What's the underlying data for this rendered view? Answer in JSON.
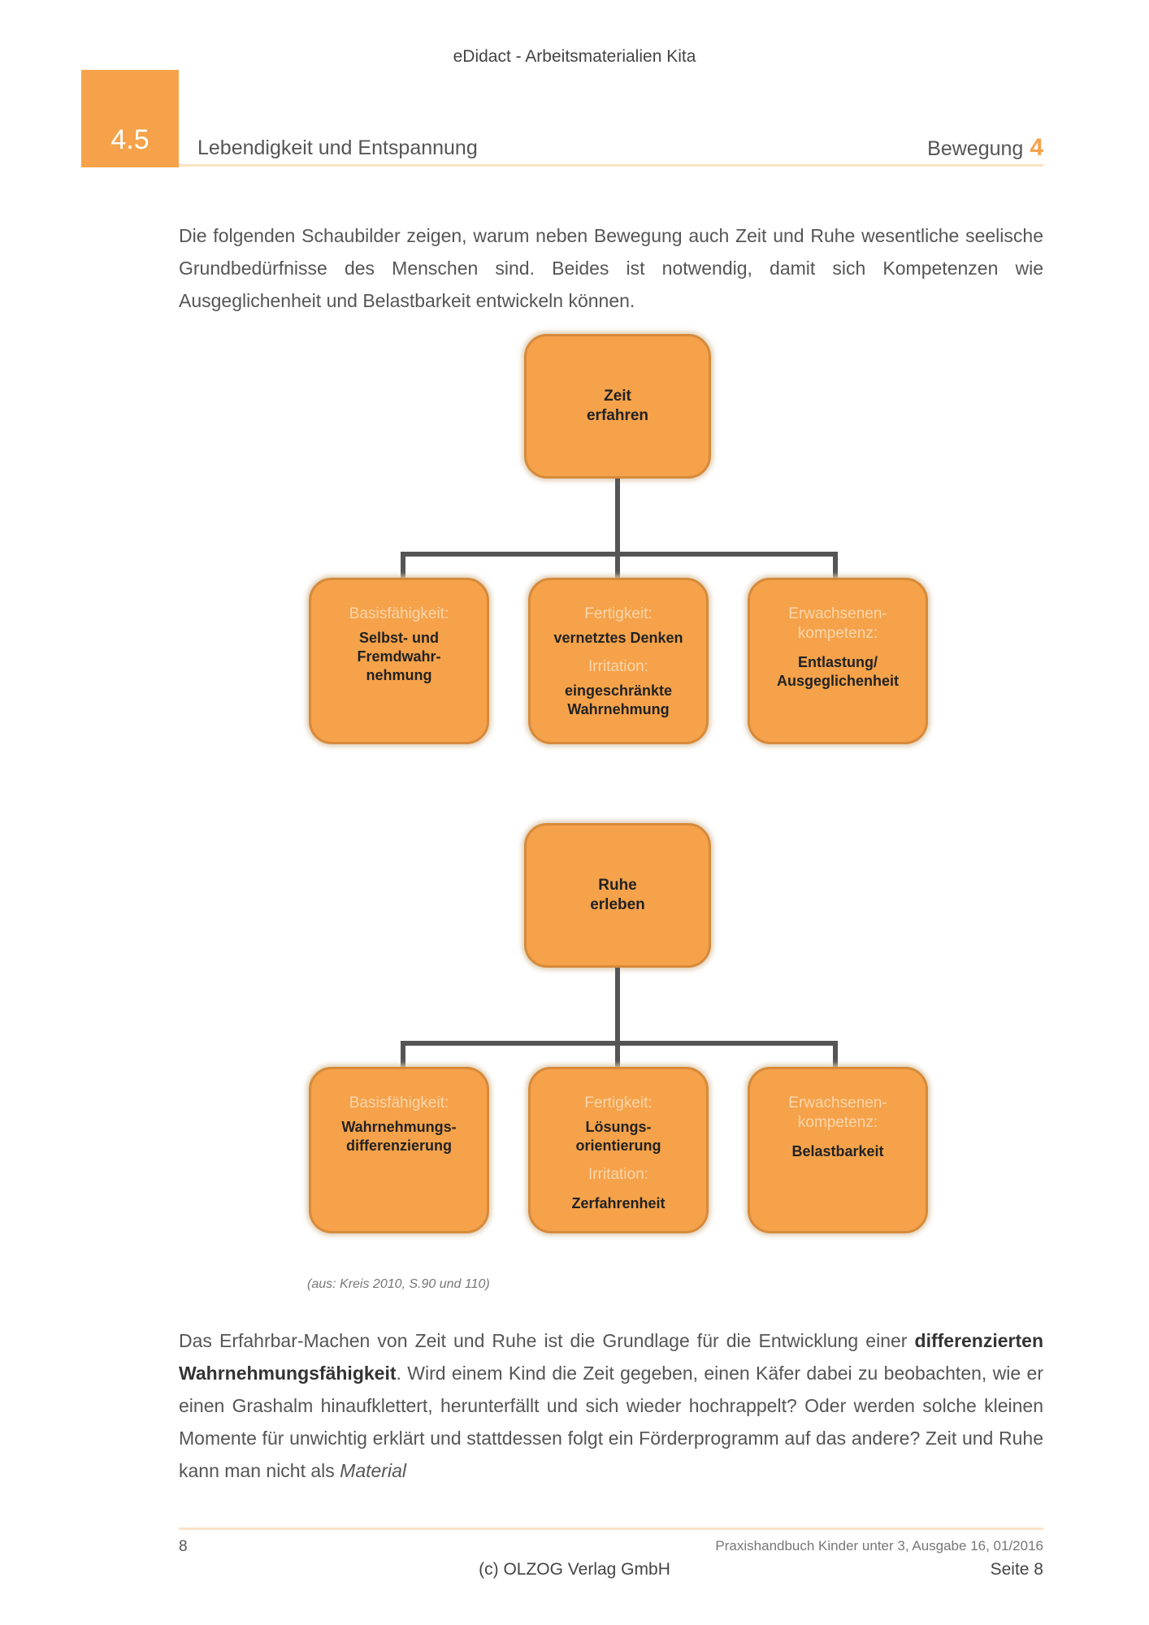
{
  "header": {
    "top_title": "eDidact - Arbeitsmaterialien Kita",
    "chapter_number": "4.5",
    "section_title": "Lebendigkeit und Entspannung",
    "category": "Bewegung",
    "category_number": "4"
  },
  "intro": {
    "text": "Die folgenden Schaubilder zeigen, warum neben Bewegung auch Zeit und Ruhe wesentliche seelische Grundbedürfnisse des Menschen sind. Beides ist notwendig, damit sich Kompetenzen wie Ausgeglichenheit und Belastbarkeit entwickeln können."
  },
  "diagram1": {
    "root": [
      "Zeit",
      "erfahren"
    ],
    "children": [
      {
        "label1": "Basisfähigkeit:",
        "text1": "Selbst- und Fremdwahr-nehmung"
      },
      {
        "label1": "Fertigkeit:",
        "text1": "vernetztes Denken",
        "label2": "Irritation:",
        "text2": "eingeschränkte Wahrnehmung"
      },
      {
        "label1": "Erwachsenen-kompetenz:",
        "text1": "Entlastung/ Ausgeglichenheit"
      }
    ]
  },
  "diagram2": {
    "root": [
      "Ruhe",
      "erleben"
    ],
    "children": [
      {
        "label1": "Basisfähigkeit:",
        "text1": "Wahrnehmungs-differenzierung"
      },
      {
        "label1": "Fertigkeit:",
        "text1": "Lösungs-orientierung",
        "label2": "Irritation:",
        "text2": "Zerfahrenheit"
      },
      {
        "label1": "Erwachsenen-kompetenz:",
        "text1": "Belastbarkeit"
      }
    ]
  },
  "source_note": "(aus: Kreis 2010, S.90 und 110)",
  "body": {
    "p1": "Das Erfahrbar-Machen von Zeit und Ruhe ist die Grundlage für die Entwicklung einer",
    "bold": "differenzierten Wahrnehmungsfähigkeit",
    "p2": ". Wird einem Kind die Zeit gegeben, einen Käfer dabei zu beobachten, wie er einen Grashalm hinaufklettert, herunterfällt und sich wieder hochrappelt? Oder werden solche kleinen Momente für unwichtig erklärt und stattdessen folgt ein Förderprogramm auf das andere? Zeit und Ruhe kann man nicht als",
    "italic": "Material"
  },
  "footer": {
    "page_left": "8",
    "publication": "Praxishandbuch Kinder unter 3, Ausgabe 16, 01/2016",
    "copyright": "(c) OLZOG Verlag GmbH",
    "page_right": "Seite 8"
  },
  "colors": {
    "accent": "#f5a24a",
    "node_border": "#d78a3a",
    "node_label": "#fbd6ac"
  }
}
